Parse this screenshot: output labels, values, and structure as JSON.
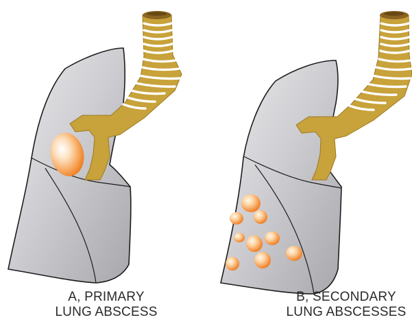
{
  "panels": [
    {
      "id": "a",
      "caption_line1": "A, PRIMARY",
      "caption_line2": "LUNG ABSCESS",
      "abscess_count": 1
    },
    {
      "id": "b",
      "caption_line1": "B, SECONDARY",
      "caption_line2": "LUNG ABSCESSES",
      "abscess_count": 9
    }
  ],
  "colors": {
    "lung_fill": "#c8c8cc",
    "lung_outline": "#1c1c1c",
    "airway_fill": "#c8a23a",
    "airway_rings": "#ffffff",
    "abscess_core": "#fff3e2",
    "abscess_edge": "#f07a1f"
  }
}
